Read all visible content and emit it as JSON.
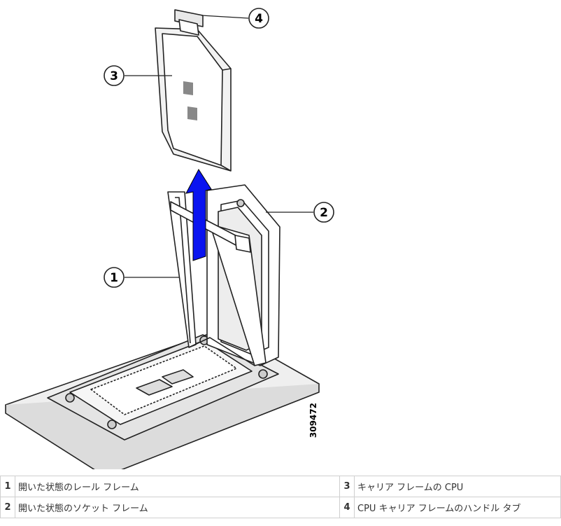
{
  "figure": {
    "id_label": "309472",
    "callouts": [
      {
        "num": "1"
      },
      {
        "num": "2"
      },
      {
        "num": "3"
      },
      {
        "num": "4"
      }
    ],
    "arrow_color": "#0a14f0"
  },
  "legend": {
    "rows": [
      [
        {
          "num": "1",
          "text": "開いた状態のレール フレーム"
        },
        {
          "num": "3",
          "text": "キャリア フレームの CPU"
        }
      ],
      [
        {
          "num": "2",
          "text": "開いた状態のソケット フレーム"
        },
        {
          "num": "4",
          "text": "CPU キャリア フレームのハンドル タブ"
        }
      ]
    ]
  }
}
